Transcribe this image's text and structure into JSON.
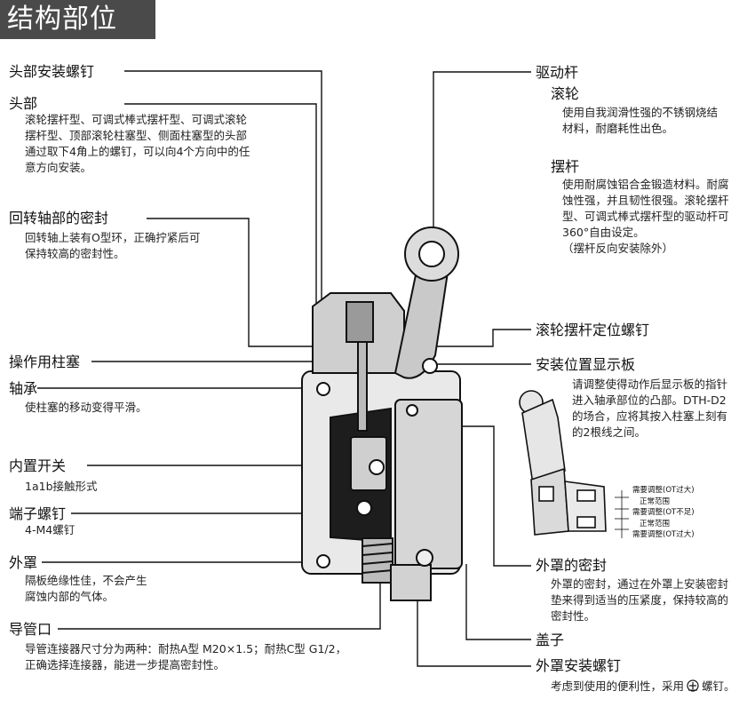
{
  "header": {
    "title": "结构部位"
  },
  "labels": {
    "head_screw": {
      "title": "头部安装螺钉"
    },
    "head": {
      "title": "头部",
      "desc": "滚轮摆杆型、可调式棒式摆杆型、可调式滚轮\n摆杆型、顶部滚轮柱塞型、侧面柱塞型的头部\n通过取下4角上的螺钉，可以向4个方向中的任\n意方向安装。"
    },
    "shaft_seal": {
      "title": "回转轴部的密封",
      "desc": "回转轴上装有O型环，正确拧紧后可\n保持较高的密封性。"
    },
    "plunger": {
      "title": "操作用柱塞"
    },
    "bearing": {
      "title": "轴承",
      "desc": "使柱塞的移动变得平滑。"
    },
    "builtin_switch": {
      "title": "内置开关",
      "desc": "1a1b接触形式"
    },
    "terminal_screw": {
      "title": "端子螺钉",
      "desc": "4-M4螺钉"
    },
    "cover": {
      "title": "外罩",
      "desc": "隔板绝缘性佳，不会产生\n腐蚀内部的气体。"
    },
    "conduit": {
      "title": "导管口",
      "desc": "导管连接器尺寸分为两种：耐热A型 M20×1.5；耐热C型 G1/2，\n正确选择连接器，能进一步提高密封性。"
    },
    "actuator": {
      "title": "驱动杆"
    },
    "roller": {
      "title": "滚轮",
      "desc": "使用自我润滑性强的不锈钢烧结\n材料，耐磨耗性出色。"
    },
    "lever": {
      "title": "摆杆",
      "desc": "使用耐腐蚀铝合金锻造材料。耐腐\n蚀性强，并且韧性很强。滚轮摆杆\n型、可调式棒式摆杆型的驱动杆可\n360°自由设定。\n（摆杆反向安装除外）"
    },
    "lever_screw": {
      "title": "滚轮摆杆定位螺钉"
    },
    "position_plate": {
      "title": "安装位置显示板",
      "desc": "请调整使得动作后显示板的指针\n进入轴承部位的凸部。DTH-D2\n的场合，应将其按入柱塞上刻有\n的2根线之间。"
    },
    "cover_seal": {
      "title": "外罩的密封",
      "desc": "外罩的密封，通过在外罩上安装密封\n垫来得到适当的压紧度，保持较高的\n密封性。"
    },
    "cap": {
      "title": "盖子"
    },
    "cover_screw": {
      "title": "外罩安装螺钉",
      "desc": "考虑到使用的便利性，采用",
      "desc_end": "螺钉。"
    }
  },
  "inset_scale": [
    "需要调整(OT过大)",
    "正常范围",
    "需要调整(OT不足)",
    "正常范围",
    "需要调整(OT过大)"
  ],
  "colors": {
    "header_bg": "#4a4a4a",
    "line": "#111111"
  }
}
